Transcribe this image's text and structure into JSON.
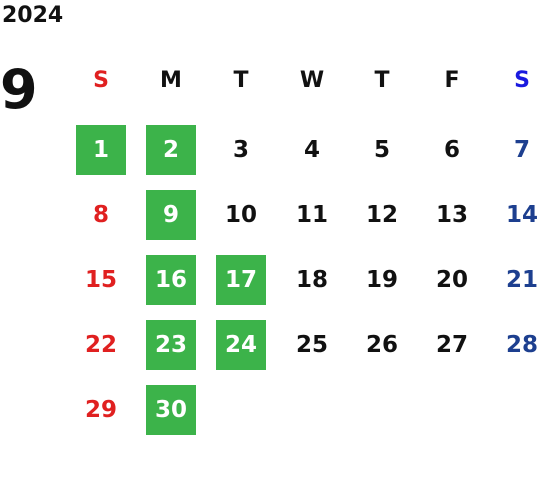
{
  "year": "2024",
  "month": "9",
  "weekdays": [
    "S",
    "M",
    "T",
    "W",
    "T",
    "F",
    "S"
  ],
  "colors": {
    "highlight": "#3cb34a",
    "sunday": "#e02020",
    "saturday": "#1d3f8f",
    "saturday_header": "#1a1adf",
    "weekday": "#111111"
  },
  "weeks": [
    [
      {
        "d": "1",
        "hl": true
      },
      {
        "d": "2",
        "hl": true
      },
      {
        "d": "3"
      },
      {
        "d": "4"
      },
      {
        "d": "5"
      },
      {
        "d": "6"
      },
      {
        "d": "7"
      }
    ],
    [
      {
        "d": "8"
      },
      {
        "d": "9",
        "hl": true
      },
      {
        "d": "10"
      },
      {
        "d": "11"
      },
      {
        "d": "12"
      },
      {
        "d": "13"
      },
      {
        "d": "14"
      }
    ],
    [
      {
        "d": "15"
      },
      {
        "d": "16",
        "hl": true
      },
      {
        "d": "17",
        "hl": true
      },
      {
        "d": "18"
      },
      {
        "d": "19"
      },
      {
        "d": "20"
      },
      {
        "d": "21"
      }
    ],
    [
      {
        "d": "22"
      },
      {
        "d": "23",
        "hl": true
      },
      {
        "d": "24",
        "hl": true
      },
      {
        "d": "25"
      },
      {
        "d": "26"
      },
      {
        "d": "27"
      },
      {
        "d": "28"
      }
    ],
    [
      {
        "d": "29"
      },
      {
        "d": "30",
        "hl": true
      }
    ]
  ]
}
